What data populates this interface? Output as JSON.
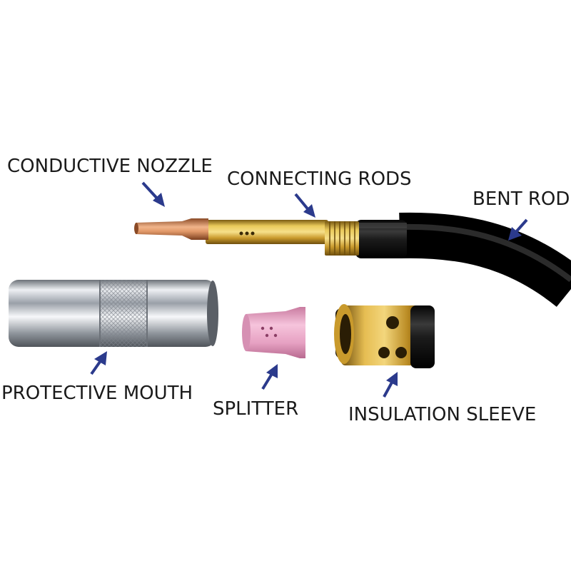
{
  "labels": {
    "conductive_nozzle": "CONDUCTIVE NOZZLE",
    "connecting_rods": "CONNECTING RODS",
    "bent_rod": "BENT ROD",
    "protective_mouth": "PROTECTIVE MOUTH",
    "splitter": "SPLITTER",
    "insulation_sleeve": "INSULATION SLEEVE"
  },
  "colors": {
    "arrow": "#2b3a8c",
    "brass": "#c9a23a",
    "copper": "#d98a5a",
    "chrome": "#c8ccd2",
    "ceramic_pink": "#e8a6c4",
    "hose_black": "#151515"
  }
}
